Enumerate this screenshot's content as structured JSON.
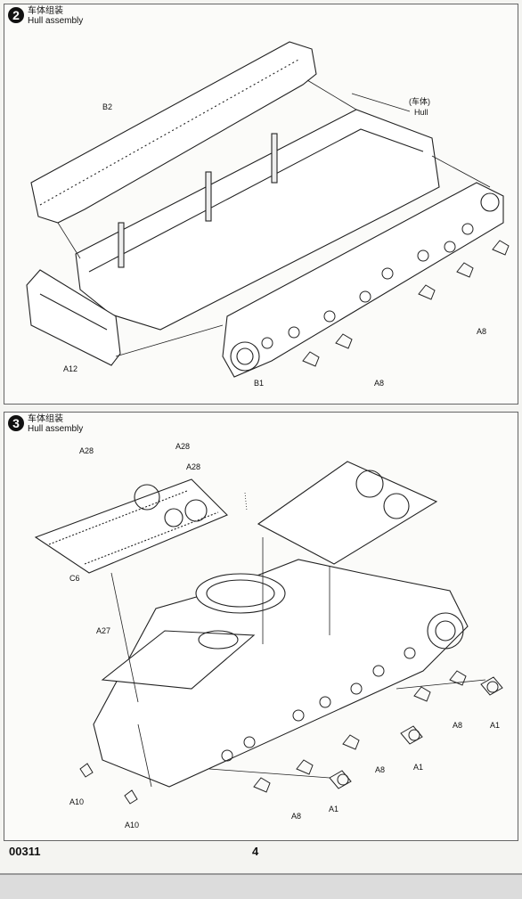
{
  "step2": {
    "number": "2",
    "title_cn": "车体组装",
    "title_en": "Hull assembly",
    "labels": {
      "b2": "B2",
      "hull_cn": "(车体)",
      "hull_en": "Hull",
      "a12": "A12",
      "b1": "B1",
      "a8_bottom": "A8",
      "a8_right": "A8"
    }
  },
  "step3": {
    "number": "3",
    "title_cn": "车体组装",
    "title_en": "Hull assembly",
    "labels": {
      "a28_top": "A28",
      "a28_left": "A28",
      "a28_mid": "A28",
      "c6": "C6",
      "a27": "A27",
      "a1_right": "A1",
      "a8_right": "A8",
      "a1_mid": "A1",
      "a8_mid": "A8",
      "a1_bottom": "A1",
      "a8_bottom": "A8",
      "a10_left": "A10",
      "a10_bottom": "A10"
    }
  },
  "footer": {
    "code": "00311",
    "page": "4"
  }
}
